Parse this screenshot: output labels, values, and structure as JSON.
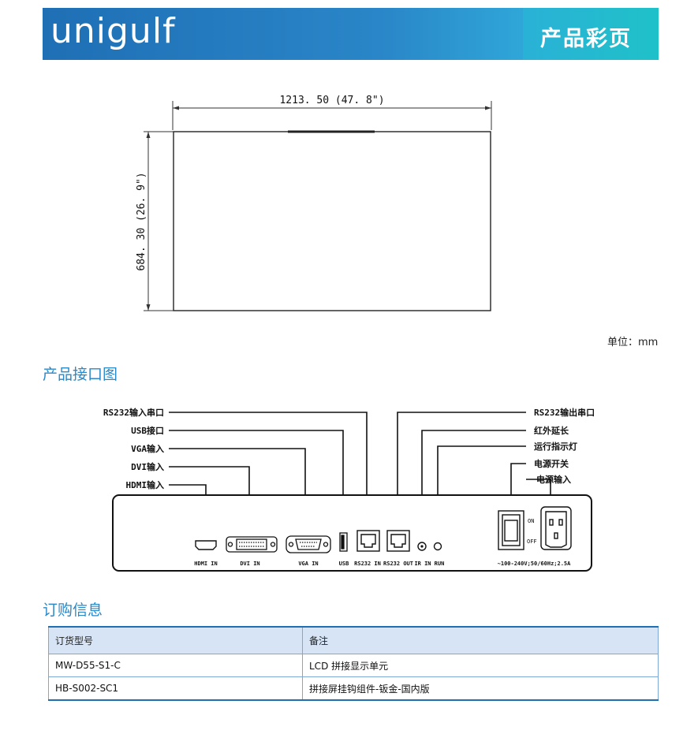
{
  "header": {
    "logo": "unigulf",
    "badge": "产品彩页"
  },
  "dimensions": {
    "width_label": "1213. 50 (47. 8\")",
    "height_label": "684. 30 (26. 9\")",
    "unit": "单位：mm"
  },
  "interfaces": {
    "title": "产品接口图",
    "callouts_left": [
      "RS232输入串口",
      "USB接口",
      "VGA输入",
      "DVI输入",
      "HDMI输入"
    ],
    "callouts_right": [
      "RS232输出串口",
      "红外延长",
      "运行指示灯",
      "电源开关",
      "电源输入"
    ],
    "port_labels": [
      "HDMI IN",
      "DVI IN",
      "VGA IN",
      "USB",
      "RS232 IN",
      "RS232 OUT",
      "IR IN",
      "RUN"
    ],
    "switch_on": "ON",
    "switch_off": "OFF",
    "power_spec": "~100-240V;50/60Hz;2.5A"
  },
  "order": {
    "title": "订购信息",
    "headers": [
      "订货型号",
      "备注"
    ],
    "rows": [
      [
        "MW-D55-S1-C",
        "LCD 拼接显示单元"
      ],
      [
        "HB-S002-SC1",
        "拼接屏挂钩组件-钣金-国内版"
      ]
    ]
  }
}
